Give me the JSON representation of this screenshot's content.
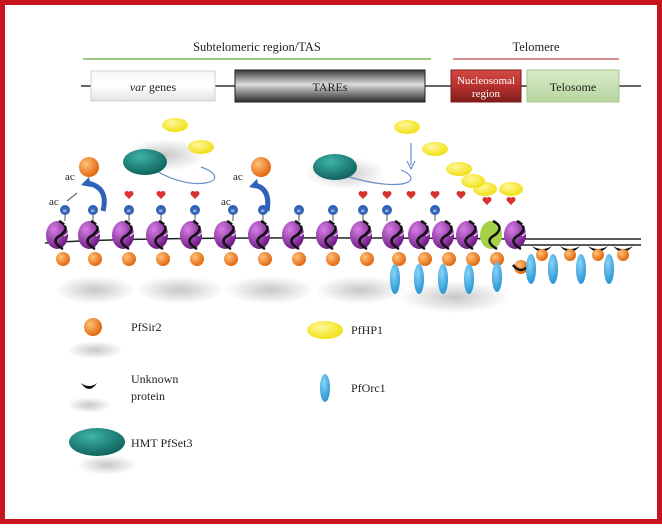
{
  "header": {
    "subtelomeric_label": "Subtelomeric region/TAS",
    "telomere_label": "Telomere"
  },
  "segments": {
    "var_genes": {
      "italic": "var",
      "rest": " genes"
    },
    "tares": "TAREs",
    "nucleosomal_line1": "Nucleosomal",
    "nucleosomal_line2": "region",
    "telosome": "Telosome"
  },
  "modification_labels": {
    "ac": "ac",
    "ac_mark": "ac"
  },
  "legend": {
    "pfsir2": "PfSir2",
    "unknown_line1": "Unknown",
    "unknown_line2": "protein",
    "hmt_pfset3": "HMT PfSet3",
    "pfhp1": "PfHP1",
    "pforc1": "PfOrc1"
  },
  "colors": {
    "frame": "#c8141c",
    "subtelomeric_line": "#9cc77e",
    "telomere_line": "#d98c8c",
    "nucleosomal_box": "#b8322f",
    "telosome_box": "#c6e0b4",
    "nucleosome": "#8a1f9a",
    "pfsir2": "#f07a1a",
    "pfhp1": "#f4e400",
    "pforc1": "#2aa7e6",
    "hmt_pfset3": "#0f7a72",
    "acetyl_mark": "#2f62b8",
    "methyl_mark": "#d8332f",
    "variant_histone": "#a6d24a"
  }
}
